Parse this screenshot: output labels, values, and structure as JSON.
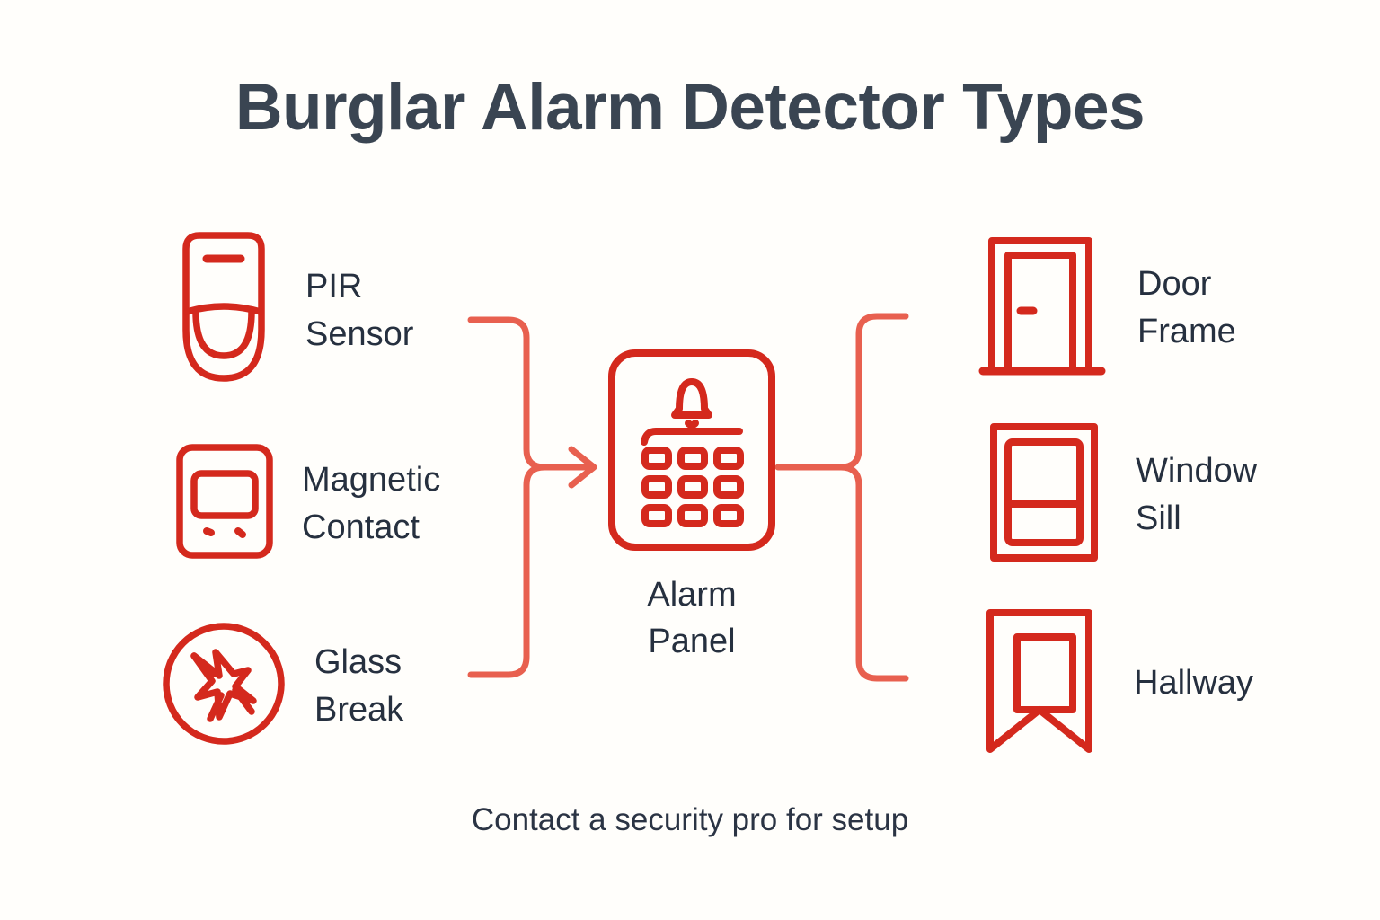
{
  "page": {
    "title": "Burglar Alarm Detector Types",
    "footer_note": "Contact a security pro for setup",
    "background_color": "#fffefb",
    "accent_red": "#d4291d",
    "connector_red": "#e8604f",
    "text_color": "#26303f",
    "title_color": "#3a4552"
  },
  "center": {
    "icon": "alarm-panel-icon",
    "label": "Alarm\nPanel"
  },
  "left_column": {
    "heading": "detector-inputs",
    "items": [
      {
        "id": "pir",
        "icon": "pir-sensor-icon",
        "label": "PIR\nSensor"
      },
      {
        "id": "magnetic",
        "icon": "magnetic-contact-icon",
        "label": "Magnetic\nContact"
      },
      {
        "id": "glass",
        "icon": "glass-break-icon",
        "label": "Glass\nBreak"
      }
    ]
  },
  "right_column": {
    "heading": "protected-locations",
    "items": [
      {
        "id": "door",
        "icon": "door-frame-icon",
        "label": "Door\nFrame"
      },
      {
        "id": "window",
        "icon": "window-sill-icon",
        "label": "Window\nSill"
      },
      {
        "id": "hall",
        "icon": "hallway-icon",
        "label": "Hallway"
      }
    ]
  },
  "connectors": {
    "left_to_panel_arrow": true,
    "right_from_panel_arrow": false
  }
}
